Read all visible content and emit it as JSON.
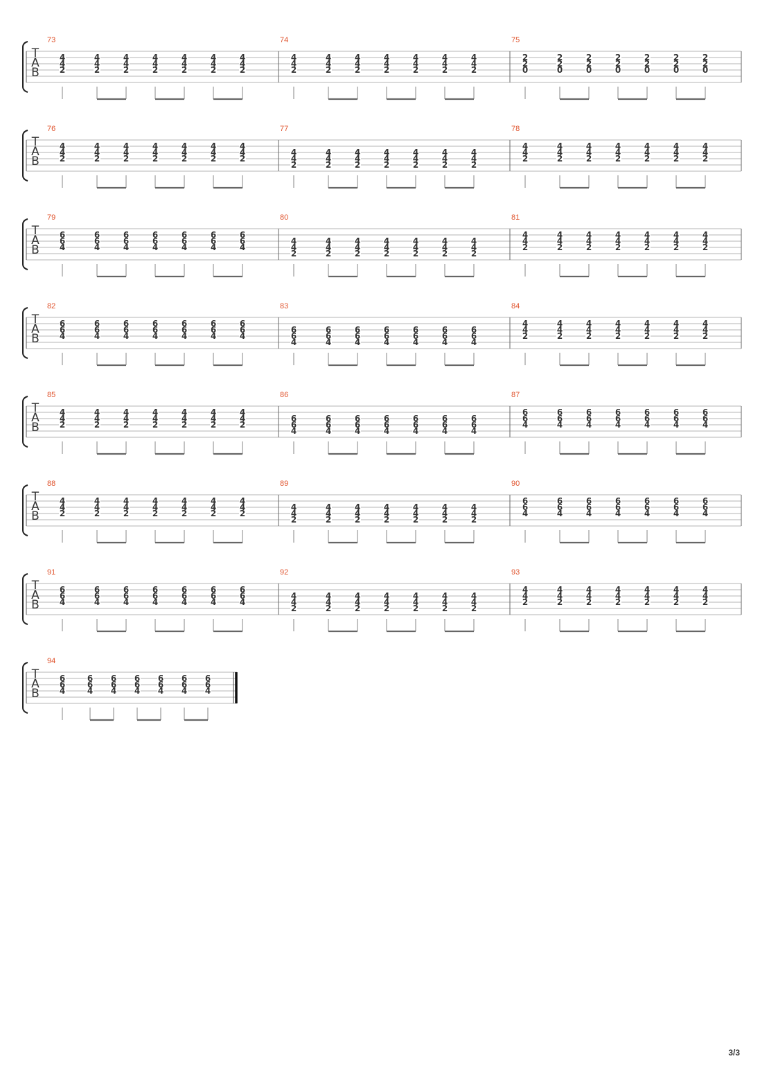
{
  "tab_clef": [
    "T",
    "A",
    "B"
  ],
  "systems": [
    {
      "measures": [
        {
          "number": "73",
          "notes": [
            "4",
            "4",
            "2"
          ],
          "lift": false
        },
        {
          "number": "74",
          "notes": [
            "4",
            "4",
            "2"
          ],
          "lift": false
        },
        {
          "number": "75",
          "notes": [
            "2",
            "2",
            "0"
          ],
          "lift": false
        }
      ]
    },
    {
      "measures": [
        {
          "number": "76",
          "notes": [
            "4",
            "4",
            "2"
          ],
          "lift": false
        },
        {
          "number": "77",
          "notes": [
            "4",
            "4",
            "2"
          ],
          "lift": true
        },
        {
          "number": "78",
          "notes": [
            "4",
            "4",
            "2"
          ],
          "lift": false
        }
      ]
    },
    {
      "measures": [
        {
          "number": "79",
          "notes": [
            "6",
            "6",
            "4"
          ],
          "lift": false
        },
        {
          "number": "80",
          "notes": [
            "4",
            "4",
            "2"
          ],
          "lift": true
        },
        {
          "number": "81",
          "notes": [
            "4",
            "4",
            "2"
          ],
          "lift": false
        }
      ]
    },
    {
      "measures": [
        {
          "number": "82",
          "notes": [
            "6",
            "6",
            "4"
          ],
          "lift": false
        },
        {
          "number": "83",
          "notes": [
            "6",
            "6",
            "4"
          ],
          "lift": true
        },
        {
          "number": "84",
          "notes": [
            "4",
            "4",
            "2"
          ],
          "lift": false
        }
      ]
    },
    {
      "measures": [
        {
          "number": "85",
          "notes": [
            "4",
            "4",
            "2"
          ],
          "lift": false
        },
        {
          "number": "86",
          "notes": [
            "6",
            "6",
            "4"
          ],
          "lift": true
        },
        {
          "number": "87",
          "notes": [
            "6",
            "6",
            "4"
          ],
          "lift": false
        }
      ]
    },
    {
      "measures": [
        {
          "number": "88",
          "notes": [
            "4",
            "4",
            "2"
          ],
          "lift": false
        },
        {
          "number": "89",
          "notes": [
            "4",
            "4",
            "2"
          ],
          "lift": true
        },
        {
          "number": "90",
          "notes": [
            "6",
            "6",
            "4"
          ],
          "lift": false
        }
      ]
    },
    {
      "measures": [
        {
          "number": "91",
          "notes": [
            "6",
            "6",
            "4"
          ],
          "lift": false
        },
        {
          "number": "92",
          "notes": [
            "4",
            "4",
            "2"
          ],
          "lift": true
        },
        {
          "number": "93",
          "notes": [
            "4",
            "4",
            "2"
          ],
          "lift": false
        }
      ]
    },
    {
      "measures": [
        {
          "number": "94",
          "notes": [
            "6",
            "6",
            "4"
          ],
          "lift": false
        }
      ],
      "final": true
    }
  ],
  "page_number": "3/3"
}
